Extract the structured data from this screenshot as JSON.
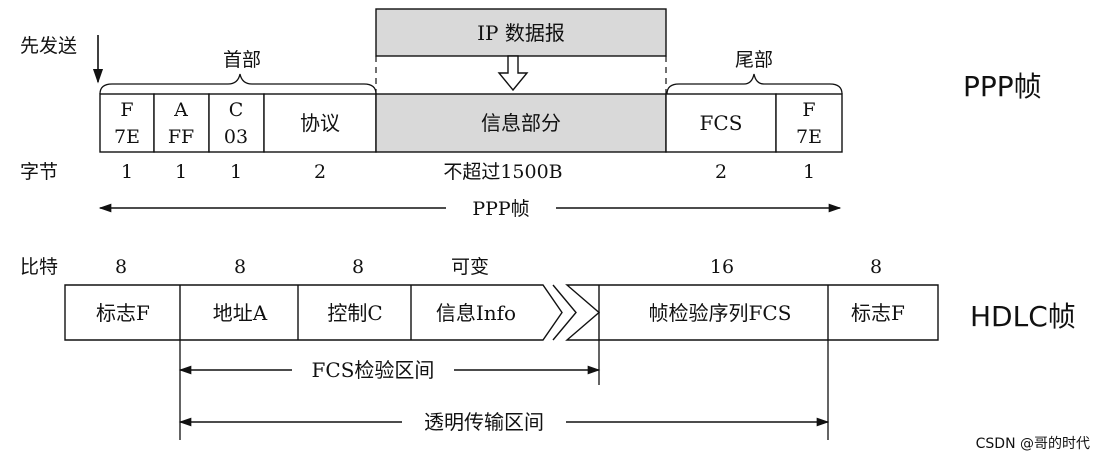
{
  "ppp": {
    "send_first_label": "先发送",
    "header_label": "首部",
    "ip_datagram_label": "IP 数据报",
    "trailer_label": "尾部",
    "side_label": "PPP帧",
    "bytes_label": "字节",
    "fields": [
      {
        "line1": "F",
        "line2": "7E",
        "bytes": "1"
      },
      {
        "line1": "A",
        "line2": "FF",
        "bytes": "1"
      },
      {
        "line1": "C",
        "line2": "03",
        "bytes": "1"
      },
      {
        "line1": "协议",
        "line2": "",
        "bytes": "2"
      },
      {
        "line1": "信息部分",
        "line2": "",
        "bytes": "不超过1500B"
      },
      {
        "line1": "FCS",
        "line2": "",
        "bytes": "2"
      },
      {
        "line1": "F",
        "line2": "7E",
        "bytes": "1"
      }
    ],
    "frame_span_label": "PPP帧"
  },
  "hdlc": {
    "bits_label": "比特",
    "side_label": "HDLC帧",
    "fields": [
      {
        "label": "标志F",
        "bits": "8"
      },
      {
        "label": "地址A",
        "bits": "8"
      },
      {
        "label": "控制C",
        "bits": "8"
      },
      {
        "label": "信息Info",
        "bits": "可变"
      },
      {
        "label": "帧检验序列FCS",
        "bits": "16"
      },
      {
        "label": "标志F",
        "bits": "8"
      }
    ],
    "fcs_range_label": "FCS检验区间",
    "transparent_range_label": "透明传输区间"
  },
  "watermark": "CSDN @哥的时代",
  "colors": {
    "gray_fill": "#d9d9d9",
    "stroke": "#111111",
    "side_label": "#1a1a1a",
    "watermark": "#9a9a9a"
  }
}
